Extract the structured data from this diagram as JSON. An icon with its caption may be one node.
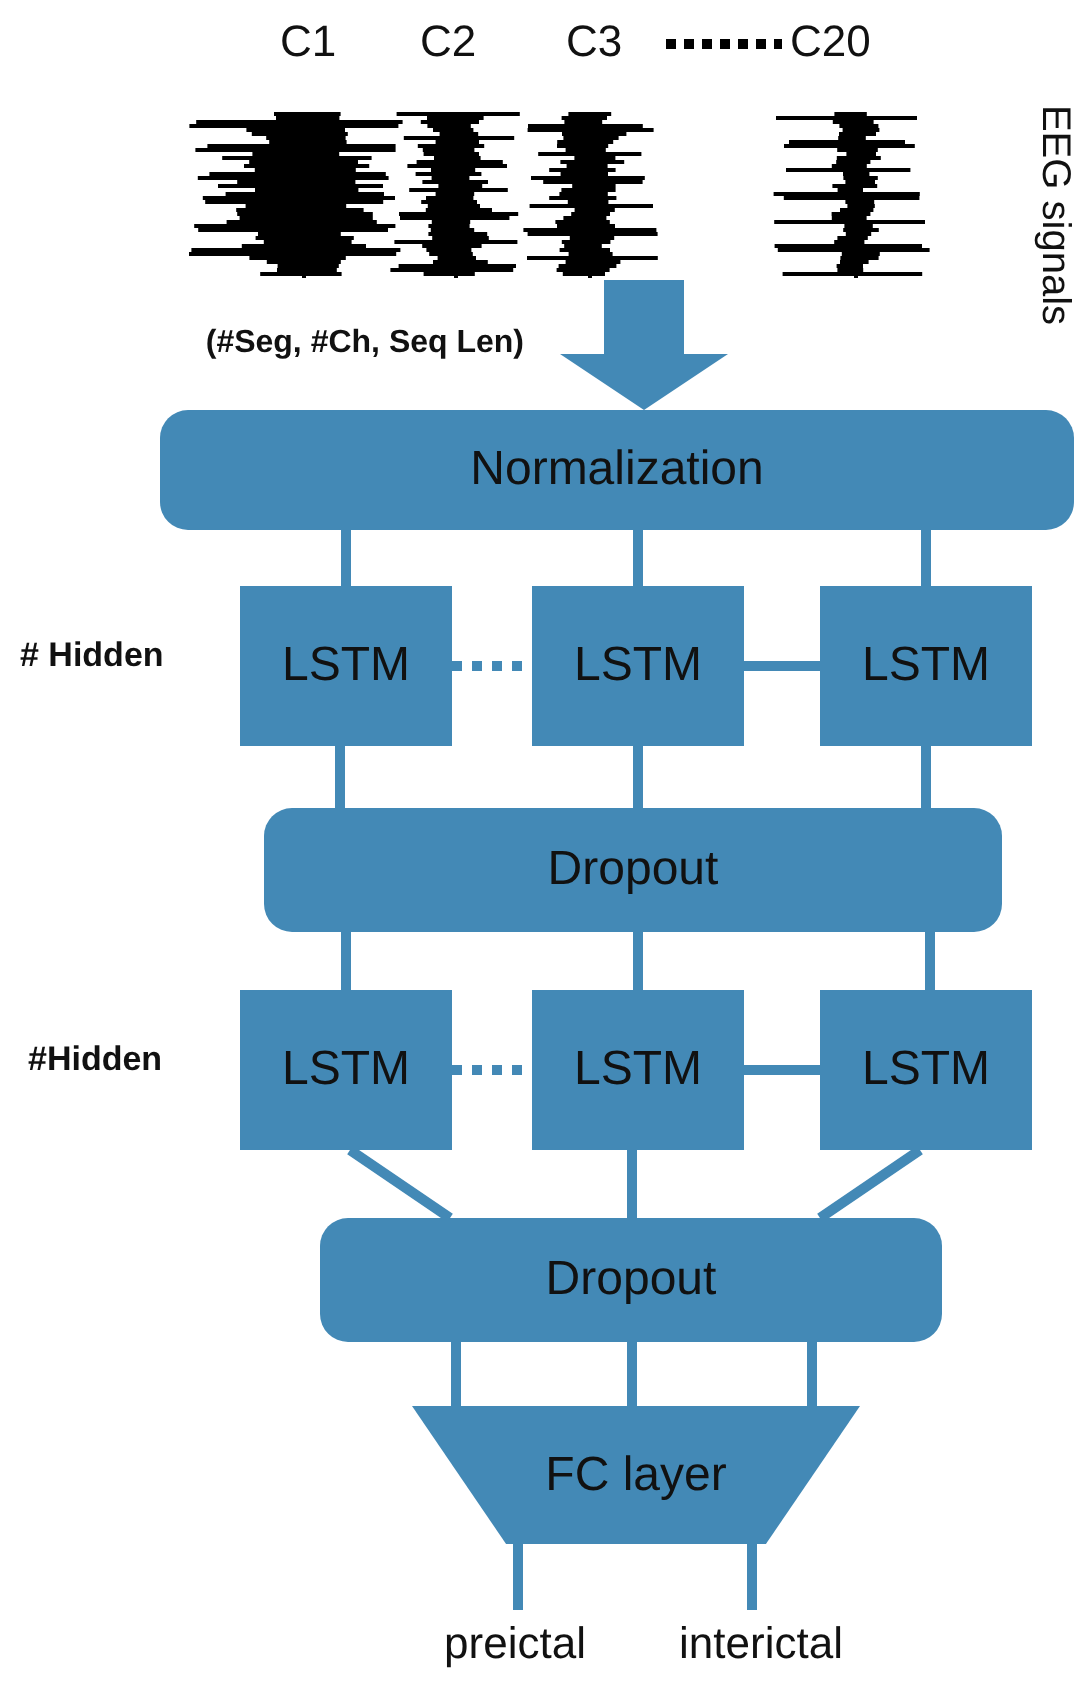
{
  "diagram": {
    "nodes": [
      {
        "text": [],
        "shape": "picture"
      },
      {
        "text": [
          "Normalization"
        ]
      },
      {
        "text": [
          "LSTM"
        ]
      },
      {
        "text": [
          "LSTM"
        ]
      },
      {
        "text": [
          "LSTM"
        ]
      },
      {
        "text": [
          "Dropout"
        ]
      },
      {
        "text": [
          "LSTM"
        ]
      },
      {
        "text": [
          "LSTM"
        ]
      },
      {
        "text": [
          "LSTM"
        ]
      },
      {
        "text": [
          "Dropout"
        ]
      },
      {
        "text": [
          "FC layer"
        ]
      },
      {
        "text": [
          "preictal"
        ]
      },
      {
        "text": [
          "interictal"
        ]
      }
    ],
    "edges": [
      {
        "from": 0,
        "to": 1,
        "arrow": "to",
        "style": "thick",
        "label": "(#Seg, #Ch, Seq Len)"
      },
      {
        "from": 1,
        "to": 2,
        "arrow": "none"
      },
      {
        "from": 1,
        "to": 3,
        "arrow": "none"
      },
      {
        "from": 1,
        "to": 4,
        "arrow": "none"
      },
      {
        "from": 2,
        "to": 3,
        "arrow": "none",
        "style": "dashed"
      },
      {
        "from": 3,
        "to": 4,
        "arrow": "none"
      },
      {
        "from": 2,
        "to": 5,
        "arrow": "none"
      },
      {
        "from": 3,
        "to": 5,
        "arrow": "none"
      },
      {
        "from": 4,
        "to": 5,
        "arrow": "none"
      },
      {
        "from": 5,
        "to": 6,
        "arrow": "none"
      },
      {
        "from": 5,
        "to": 7,
        "arrow": "none"
      },
      {
        "from": 5,
        "to": 8,
        "arrow": "none"
      },
      {
        "from": 6,
        "to": 7,
        "arrow": "none",
        "style": "dashed"
      },
      {
        "from": 7,
        "to": 8,
        "arrow": "none"
      },
      {
        "from": 6,
        "to": 9,
        "arrow": "none"
      },
      {
        "from": 7,
        "to": 9,
        "arrow": "none"
      },
      {
        "from": 8,
        "to": 9,
        "arrow": "none"
      },
      {
        "from": 9,
        "to": 10,
        "arrow": "none"
      },
      {
        "from": 9,
        "to": 10,
        "arrow": "none"
      },
      {
        "from": 9,
        "to": 10,
        "arrow": "none"
      },
      {
        "from": 10,
        "to": 11,
        "arrow": "none"
      },
      {
        "from": 10,
        "to": 12,
        "arrow": "none"
      }
    ],
    "labels": [
      "C1",
      "C2",
      "C3",
      "C20",
      "EEG signals",
      "# Hidden",
      "#Hidden"
    ]
  }
}
